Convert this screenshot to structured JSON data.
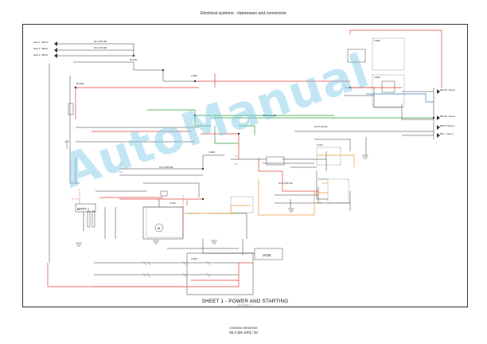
{
  "header": {
    "title": "Electrical systems - Harnesses and connectors"
  },
  "sheet": {
    "title": "SHEET 1 - POWER AND STARTING",
    "sub": "84557489SAS 1/1 1"
  },
  "footer": {
    "doc": "47624540 26/06/2015",
    "page": "55.2 [55.100] / 33"
  },
  "watermark": "AutoManual",
  "colors": {
    "red": "#e0453c",
    "green": "#2a9a3a",
    "blue": "#3a78c8",
    "orange": "#e69a3a",
    "dark": "#333333",
    "watermark": "#78c8e6"
  },
  "labels": {
    "batt": "BATT +",
    "vcm": "VCM",
    "motor": "M",
    "sheet_left": [
      "Sheet 1 - 886-50",
      "Sheet 2 - 086-50",
      "Sheet 3 - 086-50"
    ],
    "sheet_right": [
      "886-150 - Sheet 1",
      "886-150 - Sheet 2",
      "886-174 Sheet 3",
      "886-1 - Sheet 4"
    ],
    "wire_tags": [
      "NC 2.0 BK 086",
      "NC 2.0 RD 086",
      "NC 0.75 YE 235",
      "NC 0.75 BK 086",
      "NC 0.5 GN 150",
      "NC 0.75 RD 106"
    ],
    "connectors": [
      "X-0052",
      "X-0093",
      "SP-0043",
      "SP-0046",
      "X-0065",
      "X-0082",
      "X-0113",
      "X-0126",
      "X-0069"
    ]
  }
}
